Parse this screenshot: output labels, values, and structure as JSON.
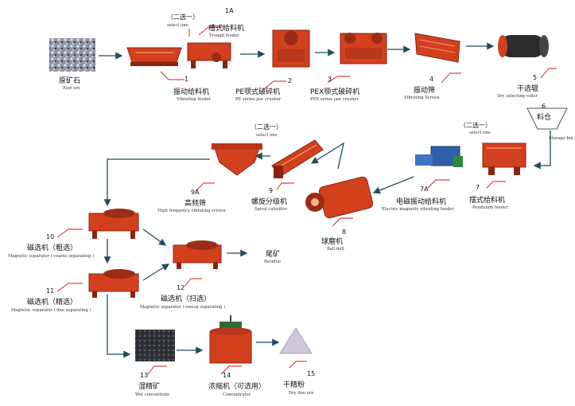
{
  "select_one": {
    "zh": "（二选一）",
    "en": "select one"
  },
  "nodes": [
    {
      "id": "raw",
      "zh": "原矿石",
      "en": "Raw ore",
      "num": ""
    },
    {
      "id": "trough",
      "zh": "槽式给料机",
      "en": "Trough feeder",
      "num": "1A"
    },
    {
      "id": "vibfeed",
      "zh": "振动给料机",
      "en": "Vibrating feeder",
      "num": "1"
    },
    {
      "id": "jaw",
      "zh": "PE颚式破碎机",
      "en": "PE series jaw crusher",
      "num": "2"
    },
    {
      "id": "jaw2",
      "zh": "PEX颚式破碎机",
      "en": "PEX series jaw crusher",
      "num": "3"
    },
    {
      "id": "screen",
      "zh": "振动筛",
      "en": "Vibrating Screen",
      "num": "4"
    },
    {
      "id": "roller",
      "zh": "干选辊",
      "en": "Dry selecting roller",
      "num": "5"
    },
    {
      "id": "bin",
      "zh": "料仓",
      "en": "Storage bin",
      "num": "6"
    },
    {
      "id": "pendulum",
      "zh": "摆式给料机",
      "en": "Pendulum feeder",
      "num": "7"
    },
    {
      "id": "emfeed",
      "zh": "电磁振动给料机",
      "en": "Electric magnetic vibrating feeder",
      "num": "7A"
    },
    {
      "id": "ballmill",
      "zh": "球磨机",
      "en": "Ball mill",
      "num": "8"
    },
    {
      "id": "spiral",
      "zh": "螺旋分级机",
      "en": "Spiral calssifier",
      "num": "9"
    },
    {
      "id": "hfscreen",
      "zh": "高频筛",
      "en": "High frequency vibrating screen",
      "num": "9A"
    },
    {
      "id": "magcoarse",
      "zh": "磁选机（粗选）",
      "en": "Magnetic separator ( coarse separating )",
      "num": "10"
    },
    {
      "id": "magfine",
      "zh": "磁选机（精选）",
      "en": "Magnetic separator ( fine separating )",
      "num": "11"
    },
    {
      "id": "magsweep",
      "zh": "磁选机（扫选）",
      "en": "Magnetic separator ( sweep separating )",
      "num": "12"
    },
    {
      "id": "residue",
      "zh": "尾矿",
      "en": "Residue",
      "num": ""
    },
    {
      "id": "wetconc",
      "zh": "湿精矿",
      "en": "Wet concentrate",
      "num": "13"
    },
    {
      "id": "concentrator",
      "zh": "浓缩机（可选用）",
      "en": "Concentrator",
      "num": "14"
    },
    {
      "id": "dryfine",
      "zh": "干精粉",
      "en": "Dry fine ore",
      "num": "15"
    }
  ],
  "colors": {
    "machine": "#d2401e",
    "machine_dark": "#8a2412",
    "arrow": "#1f4e5c",
    "leader": "#cc1e1e",
    "ore": "#6a7480"
  }
}
